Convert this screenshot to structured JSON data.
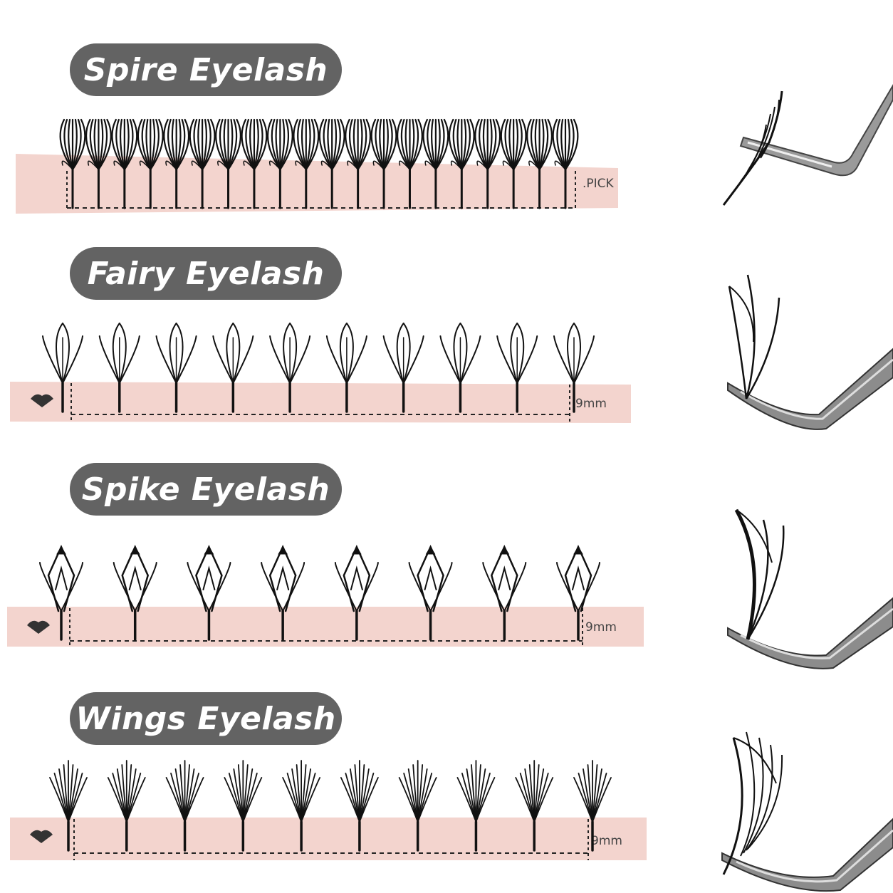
{
  "sections": [
    {
      "title": "Spire Eyelash",
      "strip_label": ".PICK",
      "style": "spire",
      "count": 20
    },
    {
      "title": "Fairy Eyelash",
      "strip_label": "9mm",
      "style": "fairy",
      "count": 10
    },
    {
      "title": "Spike Eyelash",
      "strip_label": "9mm",
      "style": "spike",
      "count": 8
    },
    {
      "title": "Wings Eyelash",
      "strip_label": "9mm",
      "style": "wings",
      "count": 10
    }
  ],
  "colors": {
    "pill": "#636363",
    "strip": "#f4d6d0",
    "lash": "#111111",
    "tweezer": "#8a8a8a"
  }
}
